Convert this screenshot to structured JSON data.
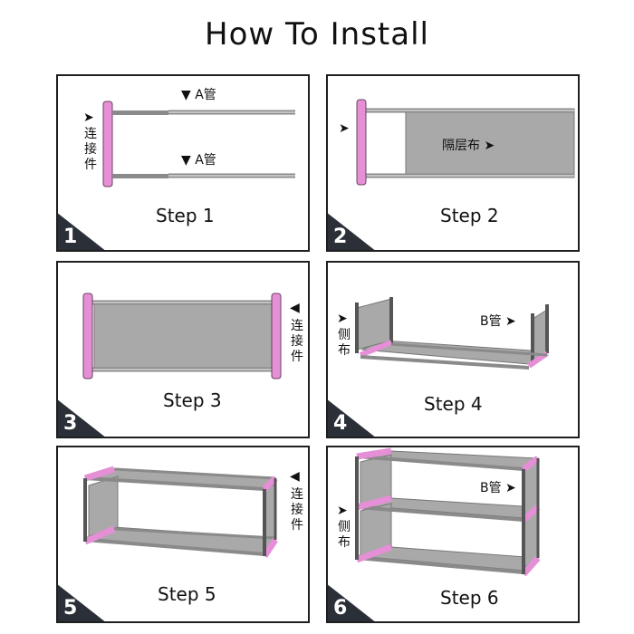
{
  "title": "How To Install",
  "colors": {
    "connector": "#e58fd6",
    "tube": "#8a8a8a",
    "fabric": "#a9a9a9",
    "frame": "#1f1f1f"
  },
  "steps": [
    {
      "number": "1",
      "label": "Step  1",
      "annotations": {
        "tube_a_top": "▼ A管",
        "tube_a_bottom": "▼ A管",
        "connector_arrow": "➤",
        "connector": "连接件"
      }
    },
    {
      "number": "2",
      "label": "Step  2",
      "annotations": {
        "left_arrow": "➤",
        "fabric": "隔层布 ➤"
      }
    },
    {
      "number": "3",
      "label": "Step 3",
      "annotations": {
        "right_arrow": "◀",
        "connector": "连接件"
      }
    },
    {
      "number": "4",
      "label": "Step 4",
      "annotations": {
        "side_arrow": "➤",
        "side_fabric": "侧布",
        "tube_b": "B管 ➤"
      }
    },
    {
      "number": "5",
      "label": "Step 5",
      "annotations": {
        "right_arrow": "◀",
        "connector": "连接件"
      }
    },
    {
      "number": "6",
      "label": "Step 6",
      "annotations": {
        "tube_b": "B管 ➤",
        "side_arrow": "➤",
        "side_fabric": "侧布"
      }
    }
  ]
}
